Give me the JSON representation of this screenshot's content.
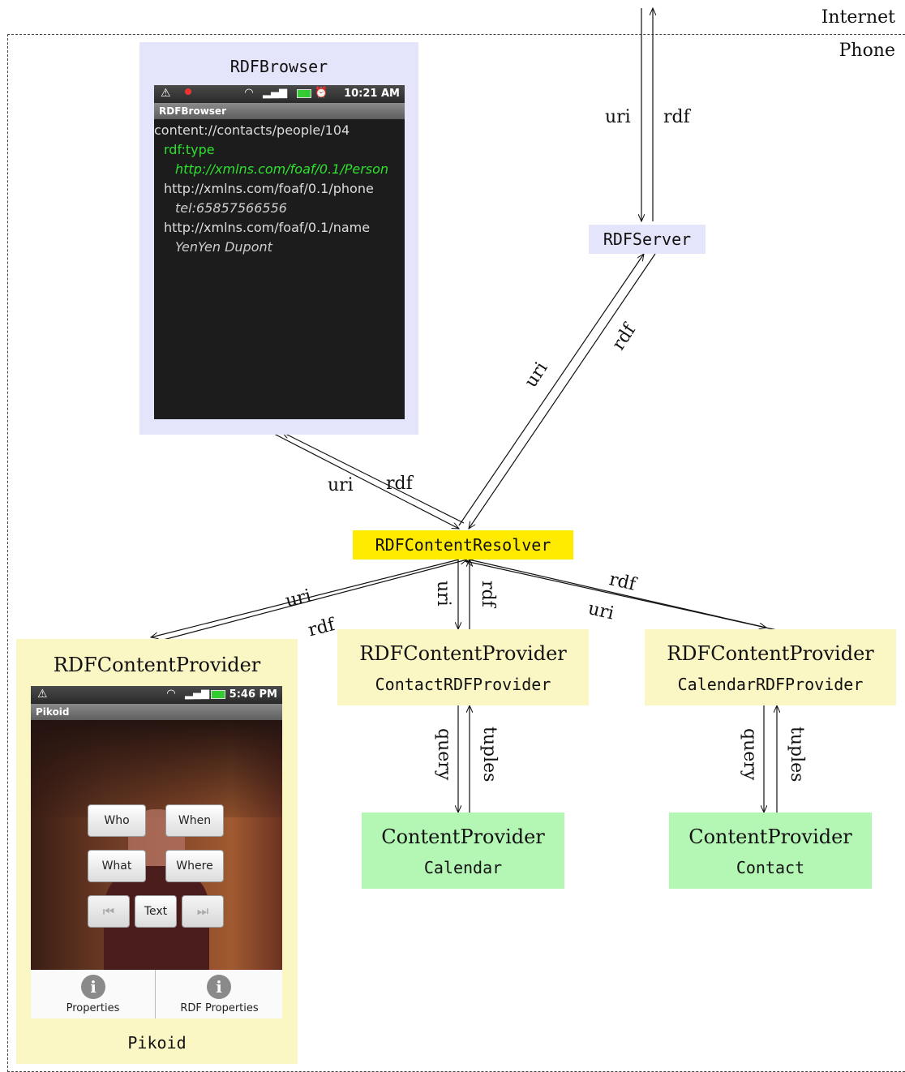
{
  "zones": {
    "internet": "Internet",
    "phone": "Phone"
  },
  "nodes": {
    "rdf_browser": {
      "title": "RDFBrowser"
    },
    "rdf_server": {
      "label": "RDFServer"
    },
    "resolver": {
      "label": "RDFContentResolver"
    },
    "pikoid_provider": {
      "title": "RDFContentProvider",
      "caption": "Pikoid"
    },
    "contact_rdf_provider": {
      "title": "RDFContentProvider",
      "subtitle": "ContactRDFProvider"
    },
    "calendar_rdf_provider": {
      "title": "RDFContentProvider",
      "subtitle": "CalendarRDFProvider"
    },
    "calendar_cp": {
      "title": "ContentProvider",
      "subtitle": "Calendar"
    },
    "contact_cp": {
      "title": "ContentProvider",
      "subtitle": "Contact"
    }
  },
  "browser_screen": {
    "status_time": "10:21 AM",
    "app_title": "RDFBrowser",
    "lines": [
      "content://contacts/people/104",
      "rdf:type",
      "http://xmlns.com/foaf/0.1/Person",
      "http://xmlns.com/foaf/0.1/phone",
      "tel:65857566556",
      "http://xmlns.com/foaf/0.1/name",
      "YenYen Dupont"
    ]
  },
  "pikoid_screen": {
    "status_time": "5:46 PM",
    "app_title": "Pikoid",
    "buttons": {
      "who": "Who",
      "when": "When",
      "what": "What",
      "where": "Where",
      "text": "Text"
    },
    "tabs": {
      "properties": "Properties",
      "rdf_properties": "RDF Properties"
    }
  },
  "edge_labels": {
    "internet_uri": "uri",
    "internet_rdf": "rdf",
    "server_uri": "uri",
    "server_rdf": "rdf",
    "browser_uri": "uri",
    "browser_rdf": "rdf",
    "pikoid_uri": "uri",
    "pikoid_rdf": "rdf",
    "contact_uri": "uri",
    "contact_rdf": "rdf",
    "calendar_rdf": "rdf",
    "calendar_uri": "uri",
    "left_query": "query",
    "left_tuples": "tuples",
    "right_query": "query",
    "right_tuples": "tuples"
  }
}
